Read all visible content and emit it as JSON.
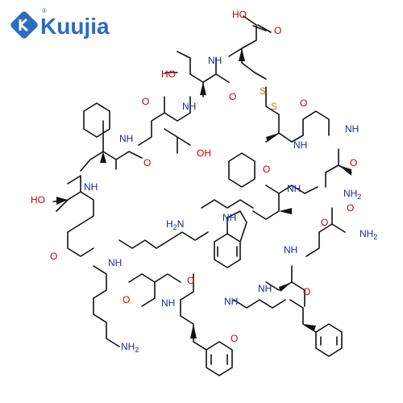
{
  "brand": {
    "name": "Kuujia",
    "registered_mark": "®",
    "color": "#2b6cc4"
  },
  "structure": {
    "atom_labels": {
      "hoc": "HO",
      "o_acid": "O",
      "ho_ser": "HO",
      "nh_cys": "NH",
      "o_ser_co": "O",
      "s1": "S",
      "s2": "S",
      "o_gly": "O",
      "nh_gly": "NH",
      "nh_thr": "NH",
      "o_thr_co": "O",
      "oh_thr": "OH",
      "nh_cys2": "NH",
      "o_ala": "O",
      "nh2_ala": "NH",
      "nh2_ala_sub": "2",
      "o_phe_co": "O",
      "nh_phe": "NH",
      "ho_thr2": "HO",
      "o_cys2": "O",
      "nh_trp": "NH",
      "nh_lys": "NH",
      "h2n_lys_side_h": "H",
      "h2n_lys_side_sub": "2",
      "h2n_lys_side_n": "N",
      "nh_indole": "NH",
      "o_trp": "O",
      "o_asn": "O",
      "nh2_asn": "NH",
      "nh2_asn_sub": "2",
      "o_thr2_co": "O",
      "nh_lys2": "NH",
      "nh_asn": "NH",
      "o_lys_co": "O",
      "nh_phe2": "NH",
      "o_phe2": "O",
      "nh_phe3": "NH",
      "o_phe3": "O",
      "nh_phe4": "NH",
      "o_phe4": "O",
      "nh2_lys": "NH",
      "nh2_lys_sub": "2"
    }
  }
}
